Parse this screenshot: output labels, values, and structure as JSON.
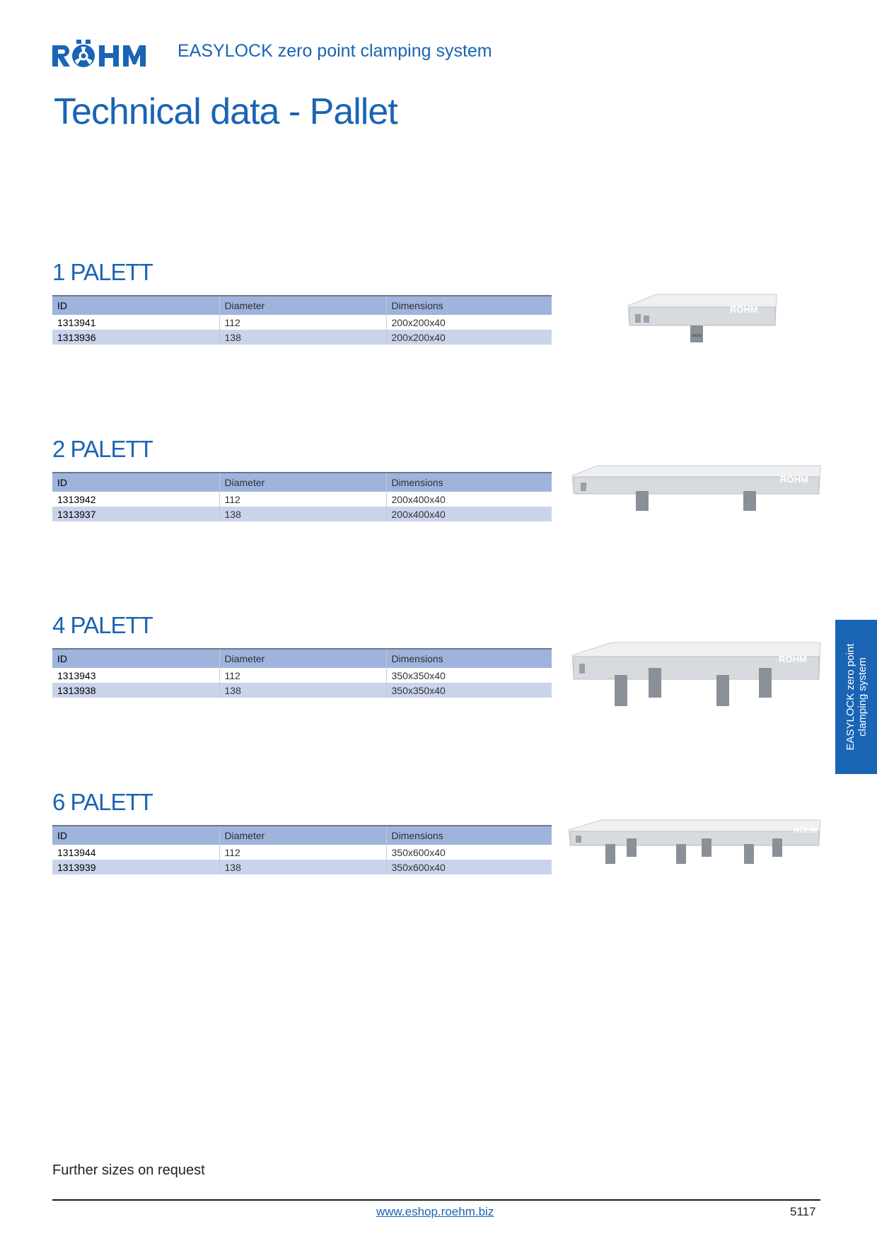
{
  "header": {
    "brand": "RÖHM",
    "subtitle": "EASYLOCK zero point clamping system"
  },
  "title": "Technical data - Pallet",
  "table_columns": [
    "ID",
    "Diameter",
    "Dimensions"
  ],
  "sections": [
    {
      "heading": "1 PALETT",
      "rows": [
        {
          "id": "1313941",
          "diameter": "112",
          "dimensions": "200x200x40"
        },
        {
          "id": "1313936",
          "diameter": "138",
          "dimensions": "200x200x40"
        }
      ]
    },
    {
      "heading": "2 PALETT",
      "rows": [
        {
          "id": "1313942",
          "diameter": "112",
          "dimensions": "200x400x40"
        },
        {
          "id": "1313937",
          "diameter": "138",
          "dimensions": "200x400x40"
        }
      ]
    },
    {
      "heading": "4 PALETT",
      "rows": [
        {
          "id": "1313943",
          "diameter": "112",
          "dimensions": "350x350x40"
        },
        {
          "id": "1313938",
          "diameter": "138",
          "dimensions": "350x350x40"
        }
      ]
    },
    {
      "heading": "6 PALETT",
      "rows": [
        {
          "id": "1313944",
          "diameter": "112",
          "dimensions": "350x600x40"
        },
        {
          "id": "1313939",
          "diameter": "138",
          "dimensions": "350x600x40"
        }
      ]
    }
  ],
  "side_tab": {
    "line1": "EASYLOCK zero point",
    "line2": "clamping system"
  },
  "footer": {
    "note": "Further sizes on request",
    "url": "www.eshop.roehm.biz",
    "page_number": "5117"
  },
  "colors": {
    "brand_blue": "#1a64b4",
    "table_header": "#9fb4dc",
    "table_alt_row": "#c9d4ea"
  }
}
